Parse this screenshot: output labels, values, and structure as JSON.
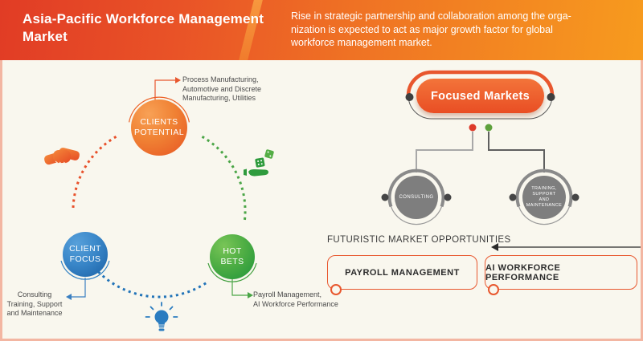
{
  "header": {
    "title": "Asia-Pacific Workforce Management Market",
    "description": "Rise in strategic partnership and collaboration among the orga-\nnization is expected to act as major growth factor for global\nworkforce management market."
  },
  "cycle": {
    "clients_potential": {
      "label": "CLIENTS\nPOTENTIAL",
      "annotation": "Process Manufacturing,\nAutomotive and Discrete\nManufacturing, Utilities"
    },
    "client_focus": {
      "label": "CLIENT\nFOCUS",
      "annotation": "Consulting\nTraining, Support\nand Maintenance"
    },
    "hot_bets": {
      "label": "HOT\nBETS",
      "annotation": "Payroll Management,\nAI Workforce Performance"
    },
    "icons": {
      "top_left": "handshake-icon",
      "right": "dice-hand-icon",
      "bottom": "lightbulb-icon"
    }
  },
  "focused_markets": {
    "title": "Focused Markets",
    "branches": [
      {
        "label": "CONSULTING"
      },
      {
        "label": "TRAINING,\nSUPPORT\nAND\nMAINTENANCE"
      }
    ]
  },
  "opportunities": {
    "heading": "FUTURISTIC MARKET OPPORTUNITIES",
    "items": [
      {
        "label": "PAYROLL MANAGEMENT"
      },
      {
        "label": "AI WORKFORCE PERFORMANCE"
      }
    ]
  },
  "colors": {
    "accent_orange": "#e8572e",
    "blue": "#2e7fc2",
    "green": "#4aa546",
    "gray": "#7e7e7e",
    "header_gradient_start": "#e13c25",
    "header_gradient_end": "#f79b1e",
    "background": "#f9f7ee",
    "frame_border": "#f3b6a2"
  }
}
